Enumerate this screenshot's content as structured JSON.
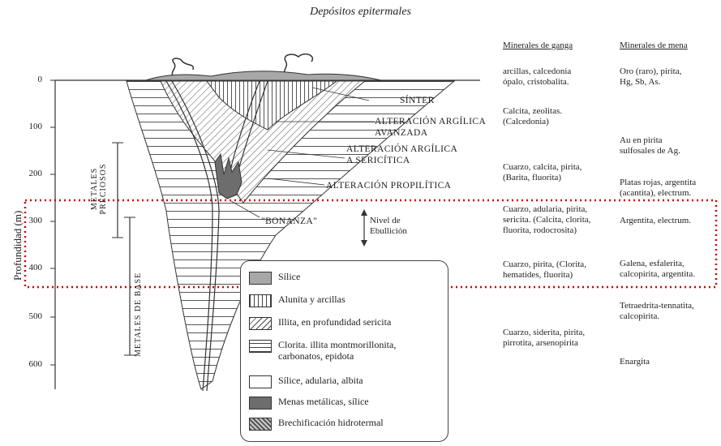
{
  "title": "Depósitos epitermales",
  "y_axis": {
    "label": "Profundidad (m)",
    "ticks": [
      "0",
      "100",
      "200",
      "300",
      "400",
      "500",
      "600"
    ]
  },
  "metal_zones": {
    "precious": "METALES PRECIOSOS",
    "base": "METALES DE BASE"
  },
  "zone_labels": {
    "sinter": "SÍNTER",
    "advanced_argillic": "ALTERACIÓN ARGÍLICA\nAVANZADA",
    "argillic_sericitic": "ALTERACIÓN ARGÍLICA\nA SERICÍTICA",
    "propylitic": "ALTERACIÓN PROPILÍTICA",
    "bonanza": "\"BONANZA\"",
    "boiling_level": "Nivel de\nEbullición"
  },
  "columns": {
    "gangue_header": "Minerales de ganga",
    "ore_header": "Minerales de mena"
  },
  "gangue_minerals": [
    "arcillas, calcedonia\nópalo, cristobalita.",
    "Calcita, zeolitas.\n(Calcedonia)",
    "Cuarzo, calcita, pirita,\n(Barita, fluorita)",
    "Cuarzo, adularia, pirita,\nsericita. (Calcita, clorita,\nfluorita, rodocrosita)",
    "Cuarzo, pirita, (Clorita,\nhematides, fluorita)",
    "Cuarzo, siderita, pirita,\npirrotita, arsenopirita"
  ],
  "ore_minerals": [
    "Oro (raro), pirita,\nHg, Sb, As.",
    "Au en pirita\nsulfosales de Ag.",
    "Platas rojas, argentita\n(acantita), electrum.",
    "Argentita, electrum.",
    "Galena, esfalerita,\ncalcopirita, argentita.",
    "Tetraedrita-tennatita,\ncalcopirita.",
    "Enargita"
  ],
  "legend": [
    {
      "label": "Sílice",
      "icon": "silica-swatch"
    },
    {
      "label": "Alunita y arcillas",
      "icon": "vertical-lines-swatch"
    },
    {
      "label": "Illita, en profundidad sericita",
      "icon": "diagonal-hatch-swatch"
    },
    {
      "label": "Clorita. illita montmorillonita,\ncarbonatos, epidota",
      "icon": "horizontal-lines-swatch"
    },
    {
      "label": "Sílice, adularia, albita",
      "icon": "blank-swatch"
    },
    {
      "label": "Menas metálicas, sílice",
      "icon": "dark-fill-swatch"
    },
    {
      "label": "Brechificación hidrotermal",
      "icon": "breccia-swatch"
    }
  ],
  "highlight_color": "#cc0000"
}
